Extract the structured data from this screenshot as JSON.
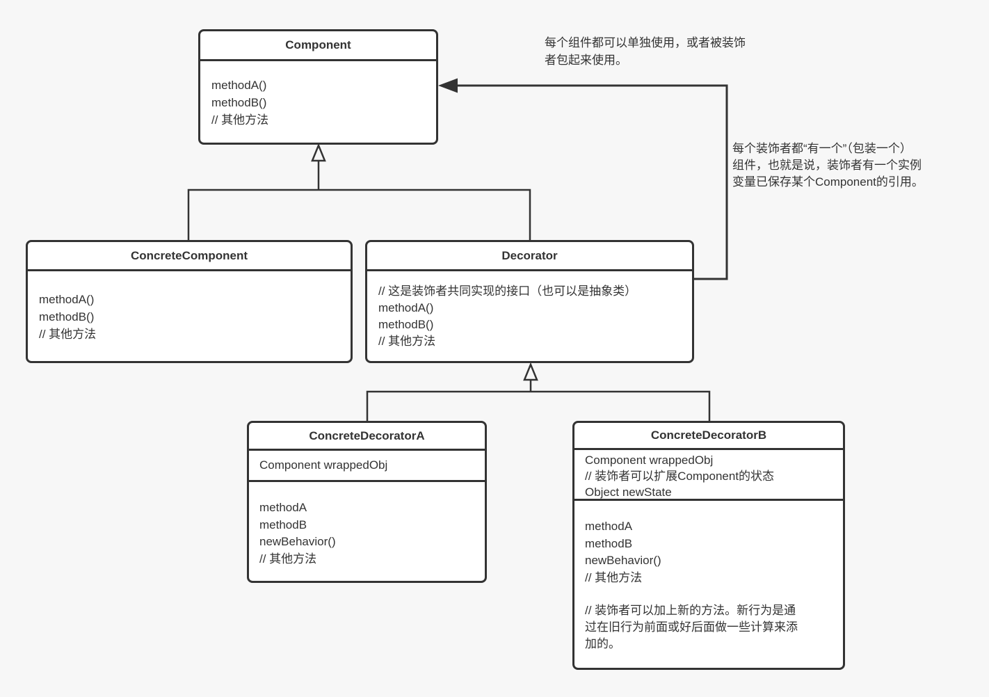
{
  "colors": {
    "background": "#f7f7f7",
    "box_fill": "#ffffff",
    "stroke": "#333333",
    "text": "#333333"
  },
  "classes": {
    "component": {
      "title": "Component",
      "methods": [
        "methodA()",
        "methodB()",
        "// 其他方法"
      ]
    },
    "concreteComponent": {
      "title": "ConcreteComponent",
      "methods": [
        "methodA()",
        "methodB()",
        "// 其他方法"
      ]
    },
    "decorator": {
      "title": "Decorator",
      "methods": [
        "// 这是装饰者共同实现的接口（也可以是抽象类）",
        "methodA()",
        "methodB()",
        "// 其他方法"
      ]
    },
    "concreteDecoratorA": {
      "title": "ConcreteDecoratorA",
      "fields": [
        "Component wrappedObj"
      ],
      "methods": [
        "methodA",
        "methodB",
        "newBehavior()",
        "// 其他方法"
      ]
    },
    "concreteDecoratorB": {
      "title": "ConcreteDecoratorB",
      "fields": [
        "Component wrappedObj",
        "// 装饰者可以扩展Component的状态",
        "Object newState"
      ],
      "methods": [
        "methodA",
        "methodB",
        "newBehavior()",
        "// 其他方法"
      ],
      "note": [
        "// 装饰者可以加上新的方法。新行为是通",
        "过在旧行为前面或好后面做一些计算来添",
        "加的。"
      ]
    }
  },
  "annotations": {
    "component_note": [
      "每个组件都可以单独使用，或者被装饰",
      "者包起来使用。"
    ],
    "decorator_note": [
      "每个装饰者都“有一个”（包装一个）",
      "组件，也就是说，装饰者有一个实例",
      "变量已保存某个Component的引用。"
    ]
  }
}
